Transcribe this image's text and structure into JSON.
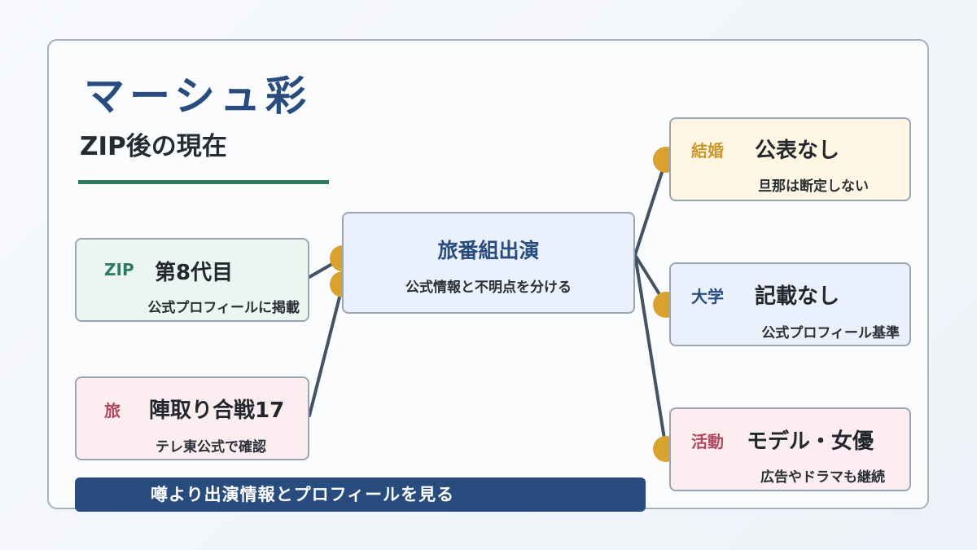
{
  "title": "マーシュ彩",
  "subtitle": "ZIP後の現在",
  "center": {
    "head": "旅番組出演",
    "note": "公式情報と不明点を分ける"
  },
  "left_nodes": [
    {
      "tag": "ZIP",
      "head": "第8代目",
      "note": "公式プロフィールに掲載"
    },
    {
      "tag": "旅",
      "head": "陣取り合戦17",
      "note": "テレ東公式で確認"
    }
  ],
  "right_nodes": [
    {
      "tag": "結婚",
      "head": "公表なし",
      "note": "旦那は断定しない"
    },
    {
      "tag": "大学",
      "head": "記載なし",
      "note": "公式プロフィール基準"
    },
    {
      "tag": "活動",
      "head": "モデル・女優",
      "note": "広告やドラマも継続"
    }
  ],
  "footer": "噂より出演情報とプロフィールを見る",
  "colors": {
    "primary_blue": "#284c7e",
    "accent_green": "#2e7a62",
    "accent_gold": "#d9a22e",
    "accent_red": "#b0475f",
    "connector": "#445266"
  }
}
